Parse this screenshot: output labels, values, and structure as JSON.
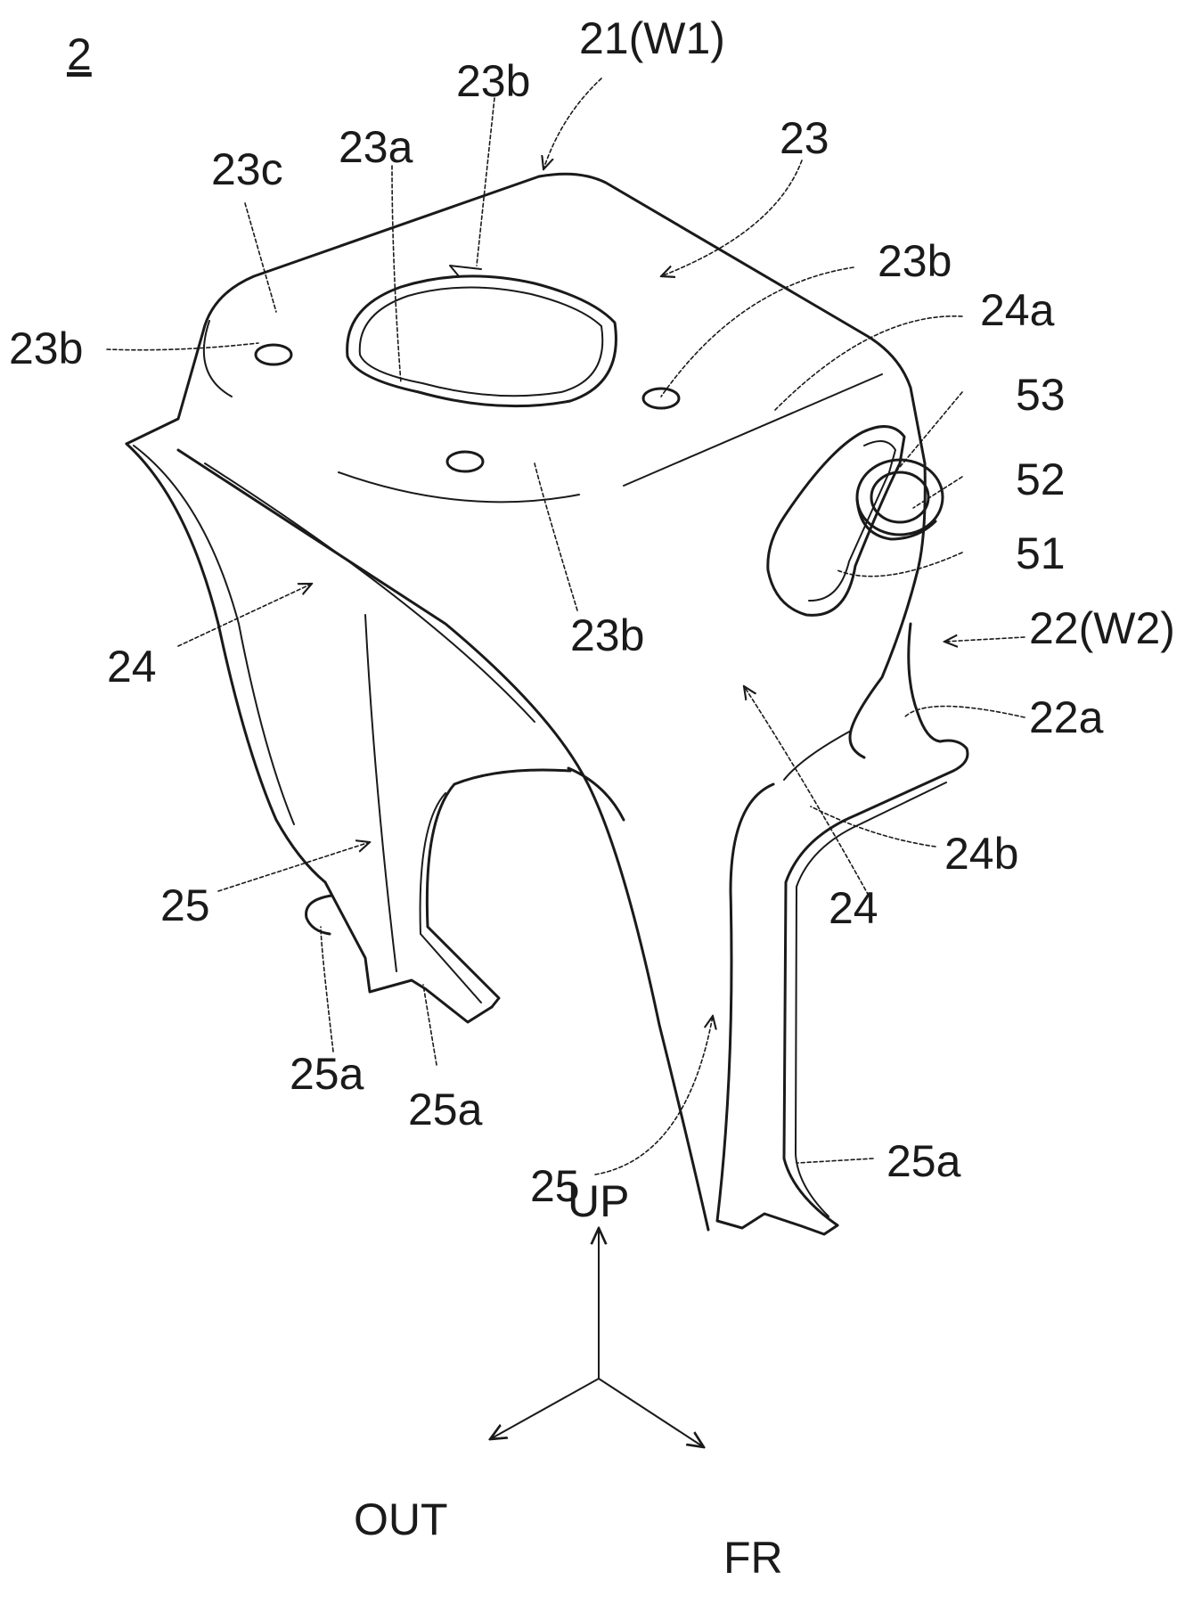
{
  "figure_number": "2",
  "labels": {
    "part_21": "21(W1)",
    "part_22": "22(W2)",
    "part_22a": "22a",
    "part_23": "23",
    "part_23a": "23a",
    "part_23b_top": "23b",
    "part_23b_left": "23b",
    "part_23b_right": "23b",
    "part_23b_center": "23b",
    "part_23c": "23c",
    "part_24_left": "24",
    "part_24_right": "24",
    "part_24a": "24a",
    "part_24b": "24b",
    "part_25_left": "25",
    "part_25_center": "25",
    "part_25a_1": "25a",
    "part_25a_2": "25a",
    "part_25a_3": "25a",
    "part_51": "51",
    "part_52": "52",
    "part_53": "53"
  },
  "axes": {
    "up": "UP",
    "out": "OUT",
    "fr": "FR"
  }
}
